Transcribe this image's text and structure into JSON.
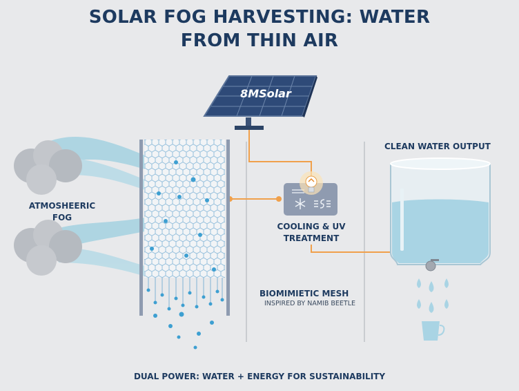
{
  "title": {
    "line1": "SOLAR FOG HARVESTING: WATER",
    "line2": "FROM THIN AIR"
  },
  "solar_panel": {
    "brand": "8MSolar"
  },
  "fog": {
    "label_line1": "ATMOSHEERIC",
    "label_line2": "FOG"
  },
  "mesh": {
    "title": "BIOMIMIETIC MESH",
    "subtitle": "INSPIRED BY NAMIB BEETLE"
  },
  "treatment": {
    "label_line1": "COOLING & UV",
    "label_line2": "TREATMENT",
    "icons": [
      "lightbulb-icon",
      "snowflake-icon",
      "uv-wave-icon"
    ]
  },
  "output": {
    "label": "CLEAN WATER OUTPUT"
  },
  "footer": {
    "text": "DUAL POWER: WATER + ENERGY FOR SUSTAINABILITY"
  },
  "colors": {
    "title": "#1d3a5f",
    "connector": "#f0a04b",
    "panel": "#2e4a78",
    "water": "#a9d4e4",
    "droplet": "#3d9fd1",
    "mesh": "#7fb3d6",
    "background": "#e8e9eb"
  }
}
